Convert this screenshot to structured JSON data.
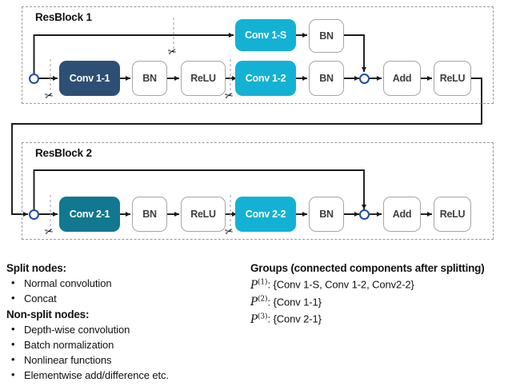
{
  "diagram": {
    "blocks": [
      {
        "title": "ResBlock 1",
        "nodes": [
          {
            "label": "Conv 1-S",
            "style": "cyan"
          },
          {
            "label": "BN",
            "style": "plain"
          },
          {
            "label": "Conv 1-1",
            "style": "navy"
          },
          {
            "label": "BN",
            "style": "plain"
          },
          {
            "label": "ReLU",
            "style": "plain"
          },
          {
            "label": "Conv 1-2",
            "style": "cyan"
          },
          {
            "label": "BN",
            "style": "plain"
          },
          {
            "label": "Add",
            "style": "plain"
          },
          {
            "label": "ReLU",
            "style": "plain"
          }
        ]
      },
      {
        "title": "ResBlock 2",
        "nodes": [
          {
            "label": "Conv 2-1",
            "style": "teal"
          },
          {
            "label": "BN",
            "style": "plain"
          },
          {
            "label": "ReLU",
            "style": "plain"
          },
          {
            "label": "Conv 2-2",
            "style": "cyan"
          },
          {
            "label": "BN",
            "style": "plain"
          },
          {
            "label": "Add",
            "style": "plain"
          },
          {
            "label": "ReLU",
            "style": "plain"
          }
        ]
      }
    ],
    "cut_marker_icon": "scissors-icon",
    "junction_icon": "junction-node-icon"
  },
  "legend": {
    "split_heading": "Split nodes:",
    "split_items": [
      "Normal convolution",
      "Concat"
    ],
    "nonsplit_heading": "Non-split nodes:",
    "nonsplit_items": [
      "Depth-wise convolution",
      "Batch normalization",
      "Nonlinear functions",
      "Elementwise add/difference etc."
    ],
    "bullet": "•"
  },
  "groups": {
    "heading": "Groups (connected components after splitting)",
    "rows": [
      {
        "symbol": "P",
        "superscript": "(1)",
        "members": ": {Conv 1-S, Conv 1-2, Conv2-2}"
      },
      {
        "symbol": "P",
        "superscript": "(2)",
        "members": ": {Conv 1-1}"
      },
      {
        "symbol": "P",
        "superscript": "(3)",
        "members": ": {Conv 2-1}"
      }
    ]
  },
  "colors": {
    "navy": "#2e4f74",
    "teal": "#12788f",
    "cyan": "#13b2d4",
    "wire": "#1a1a1a",
    "dashed_border": "#9a9a9a",
    "junction_stroke": "#1f4e9c"
  }
}
